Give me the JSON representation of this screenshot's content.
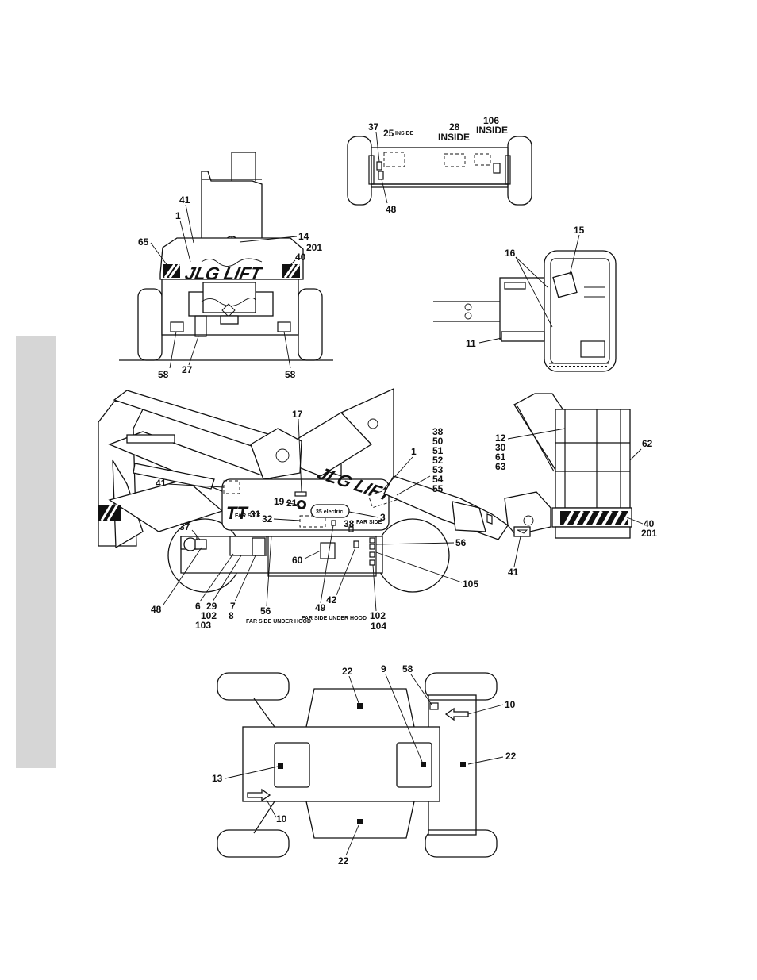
{
  "colors": {
    "ink": "#111111",
    "paper": "#ffffff",
    "side_tab": "#d6d6d6"
  },
  "logo": {
    "text": "JLG LIFT"
  },
  "model_badge": {
    "text": "35 electric"
  },
  "views": {
    "rear": {
      "labels": {
        "l41": "41",
        "l1": "1",
        "l65": "65",
        "l14": "14",
        "l201": "201",
        "l40": "40",
        "l58a": "58",
        "l27": "27",
        "l58b": "58"
      }
    },
    "chassis_top": {
      "labels": {
        "l37": "37",
        "l25": "25",
        "l25_note": "INSIDE",
        "l28": "28",
        "l28_note": "INSIDE",
        "l106": "106",
        "l106_note": "INSIDE",
        "l48": "48"
      }
    },
    "platform_top": {
      "labels": {
        "l15": "15",
        "l16": "16",
        "l11": "11"
      }
    },
    "side": {
      "labels": {
        "l17": "17",
        "l38": "38",
        "l50": "50",
        "l51": "51",
        "l52": "52",
        "l53": "53",
        "l54": "54",
        "l55": "55",
        "l1": "1",
        "l41a": "41",
        "l19": "19",
        "l21": "21",
        "l31": "31",
        "l32": "32",
        "l3": "3",
        "l38b": "38",
        "far_side_a": "FAR SIDE",
        "far_side_b": "FAR SIDE",
        "l37": "37",
        "l60": "60",
        "l56a": "56",
        "l105": "105",
        "l48": "48",
        "l6": "6",
        "l29": "29",
        "l102a": "102",
        "l103": "103",
        "l7": "7",
        "l8": "8",
        "l56b": "56",
        "note_56": "FAR SIDE UNDER HOOD",
        "l49": "49",
        "note_49": "FAR SIDE UNDER HOOD",
        "l42": "42",
        "l102b": "102",
        "l104": "104",
        "l12": "12",
        "l30": "30",
        "l61": "61",
        "l63": "63",
        "l62": "62",
        "l40": "40",
        "l201": "201",
        "l41b": "41"
      }
    },
    "bottom": {
      "labels": {
        "l22a": "22",
        "l9": "9",
        "l58": "58",
        "l10a": "10",
        "l22b": "22",
        "l13": "13",
        "l10b": "10",
        "l22c": "22"
      }
    }
  }
}
